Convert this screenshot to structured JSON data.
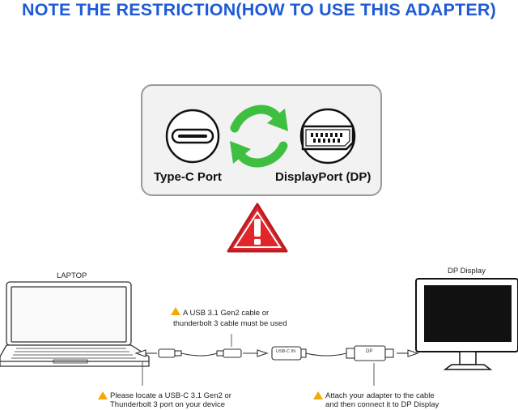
{
  "title": "NOTE THE RESTRICTION(HOW TO USE THIS ADAPTER)",
  "ports": {
    "left_label": "Type-C Port",
    "right_label": "DisplayPort (DP)"
  },
  "icons": {
    "usb_c_port": "usb-c-port-icon",
    "swap_arrows": "swap-arrows-icon",
    "displayport_port": "displayport-port-icon",
    "warning_large": "warning-triangle-icon",
    "warning_small": "small-warning-icon"
  },
  "diagram": {
    "laptop_label": "LAPTOP",
    "display_label": "DP Display",
    "cable_note": [
      "A USB 3.1 Gen2 cable or",
      "thunderbolt 3 cable must be used"
    ],
    "laptop_note": [
      "Please locate a USB-C 3.1 Gen2 or",
      "Thunderbolt 3 port on your device"
    ],
    "adapter_note": [
      "Attach your adapter to the cable",
      "and then connect it to  DP Display"
    ],
    "adapter_text": "USB-C IN",
    "dp_plug_text": "DP"
  },
  "colors": {
    "title": "#1f5bd6",
    "arrows": "#3fbf3f",
    "warning": "#e0262b",
    "note_warning": "#f2a900"
  }
}
